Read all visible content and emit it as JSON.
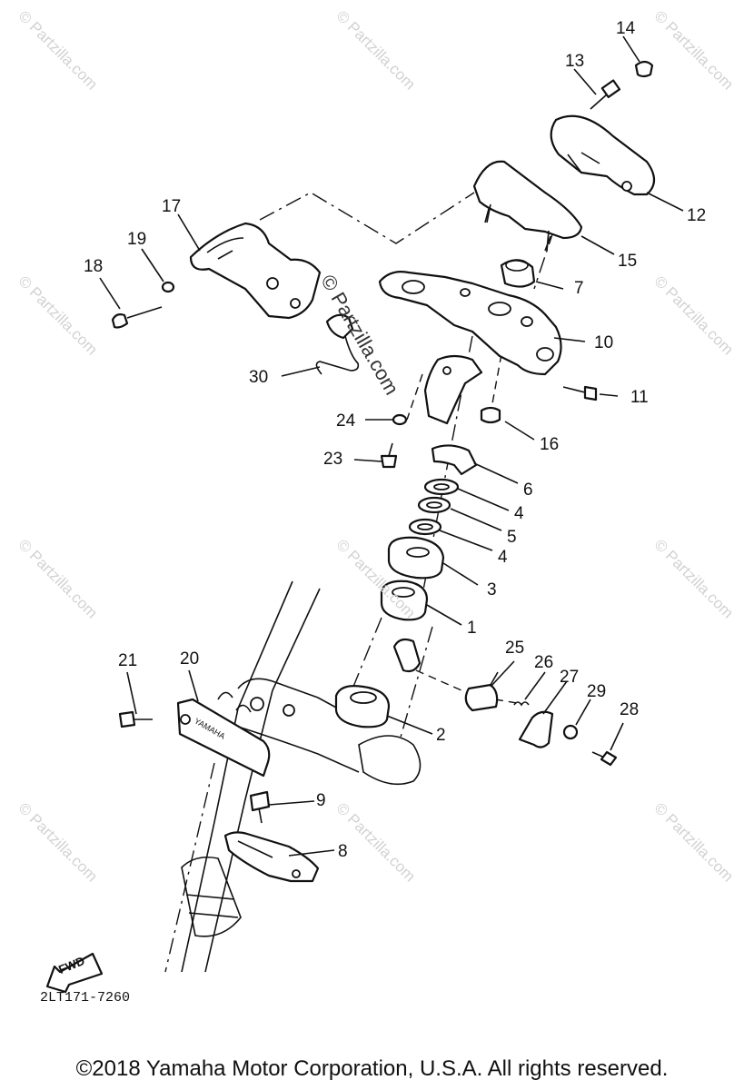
{
  "diagram": {
    "labels": [
      {
        "id": "p14",
        "text": "14"
      },
      {
        "id": "p13",
        "text": "13"
      },
      {
        "id": "p12",
        "text": "12"
      },
      {
        "id": "p15",
        "text": "15"
      },
      {
        "id": "p17",
        "text": "17"
      },
      {
        "id": "p19",
        "text": "19"
      },
      {
        "id": "p18",
        "text": "18"
      },
      {
        "id": "p7",
        "text": "7"
      },
      {
        "id": "p10",
        "text": "10"
      },
      {
        "id": "p30",
        "text": "30"
      },
      {
        "id": "p11",
        "text": "11"
      },
      {
        "id": "p24",
        "text": "24"
      },
      {
        "id": "p16",
        "text": "16"
      },
      {
        "id": "p23",
        "text": "23"
      },
      {
        "id": "p6",
        "text": "6"
      },
      {
        "id": "p4a",
        "text": "4"
      },
      {
        "id": "p5",
        "text": "5"
      },
      {
        "id": "p4b",
        "text": "4"
      },
      {
        "id": "p3",
        "text": "3"
      },
      {
        "id": "p1",
        "text": "1"
      },
      {
        "id": "p25",
        "text": "25"
      },
      {
        "id": "p21",
        "text": "21"
      },
      {
        "id": "p20",
        "text": "20"
      },
      {
        "id": "p26",
        "text": "26"
      },
      {
        "id": "p27",
        "text": "27"
      },
      {
        "id": "p29",
        "text": "29"
      },
      {
        "id": "p28",
        "text": "28"
      },
      {
        "id": "p2",
        "text": "2"
      },
      {
        "id": "p9",
        "text": "9"
      },
      {
        "id": "p8",
        "text": "8"
      }
    ],
    "fwd_text": "FWD",
    "brand_plate_text": "YAMAHA",
    "diagram_code": "2LT171-7260",
    "watermark": "© Partzilla.com",
    "center_watermark": "© Partzilla.com"
  },
  "footer": {
    "copyright": "©2018 Yamaha Motor Corporation, U.S.A. All rights reserved."
  }
}
